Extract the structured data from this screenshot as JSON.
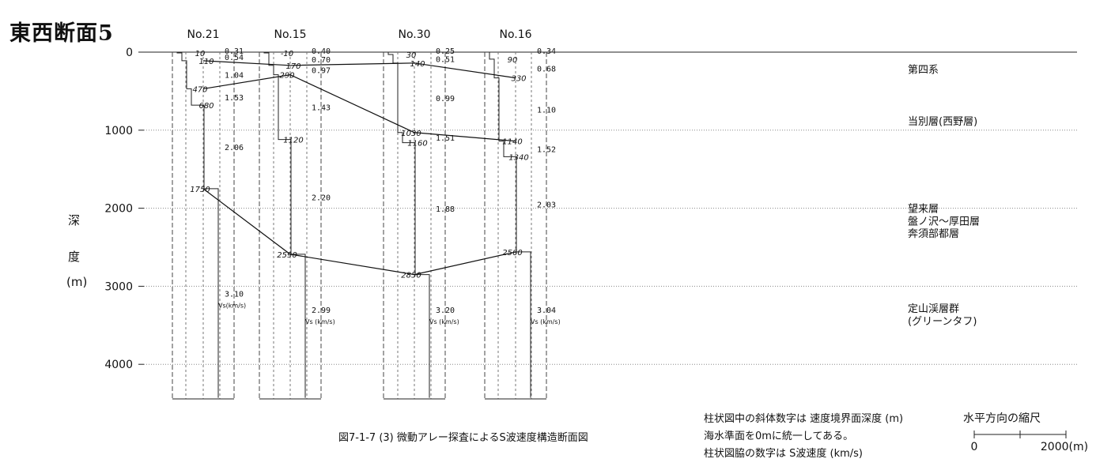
{
  "title": "東西断面5",
  "y_axis_label": [
    "深",
    "度",
    "(m)"
  ],
  "depth_ticks": [
    "0",
    "1000",
    "2000",
    "3000",
    "4000"
  ],
  "wells": [
    {
      "name": "No.21",
      "interfaces": [
        {
          "label": "10",
          "depth": 10
        },
        {
          "label": "110",
          "depth": 110
        },
        {
          "label": "470",
          "depth": 470
        },
        {
          "label": "680",
          "depth": 680
        },
        {
          "label": "1750",
          "depth": 1750
        }
      ],
      "velocities": [
        "0.31",
        "0.54",
        "1.04",
        "1.53",
        "2.06",
        "3.10"
      ],
      "vs_unit": "Vs(km/s)"
    },
    {
      "name": "No.15",
      "interfaces": [
        {
          "label": "-10",
          "depth": 10
        },
        {
          "label": "170",
          "depth": 170
        },
        {
          "label": "290",
          "depth": 290
        },
        {
          "label": "1120",
          "depth": 1120
        },
        {
          "label": "2590",
          "depth": 2590
        }
      ],
      "velocities": [
        "0.40",
        "0.70",
        "0.97",
        "1.43",
        "2.20",
        "2.99"
      ],
      "vs_unit": "Vs (km/s)"
    },
    {
      "name": "No.30",
      "interfaces": [
        {
          "label": "30",
          "depth": 30
        },
        {
          "label": "140",
          "depth": 140
        },
        {
          "label": "1030",
          "depth": 1030
        },
        {
          "label": "1160",
          "depth": 1160
        },
        {
          "label": "2850",
          "depth": 2850
        }
      ],
      "velocities": [
        "0.25",
        "0.51",
        "0.99",
        "1.51",
        "1.88",
        "3.20"
      ],
      "vs_unit": "Vs (km/s)"
    },
    {
      "name": "No.16",
      "interfaces": [
        {
          "label": "90",
          "depth": 90
        },
        {
          "label": "330",
          "depth": 330
        },
        {
          "label": "1140",
          "depth": 1140
        },
        {
          "label": "1340",
          "depth": 1340
        },
        {
          "label": "2560",
          "depth": 2560
        }
      ],
      "velocities": [
        "0.34",
        "0.68",
        "1.10",
        "1.52",
        "2.03",
        "3.04"
      ],
      "vs_unit": "Vs (km/s)"
    }
  ],
  "layers": [
    {
      "name": "第四系",
      "depth": 220
    },
    {
      "name": "当別層(西野層)",
      "depth": 880
    },
    {
      "name": "望来層",
      "depth": 2000
    },
    {
      "name": "盤ノ沢～厚田層",
      "depth": 2160
    },
    {
      "name": "奔須部都層",
      "depth": 2320
    },
    {
      "name": "定山渓層群",
      "depth": 3280
    },
    {
      "name": "(グリーンタフ)",
      "depth": 3440
    }
  ],
  "caption": "図7-1-7 (3)  微動アレー探査によるS波速度構造断面図",
  "notes": [
    "柱状図中の斜体数字は 速度境界面深度 (m)",
    "海水準面を0mに統一してある。",
    "柱状図脇の数字は S波速度 (km/s)"
  ],
  "scale_bar": {
    "title": "水平方向の縮尺",
    "left_label": "0",
    "right_label": "2000(m)"
  }
}
